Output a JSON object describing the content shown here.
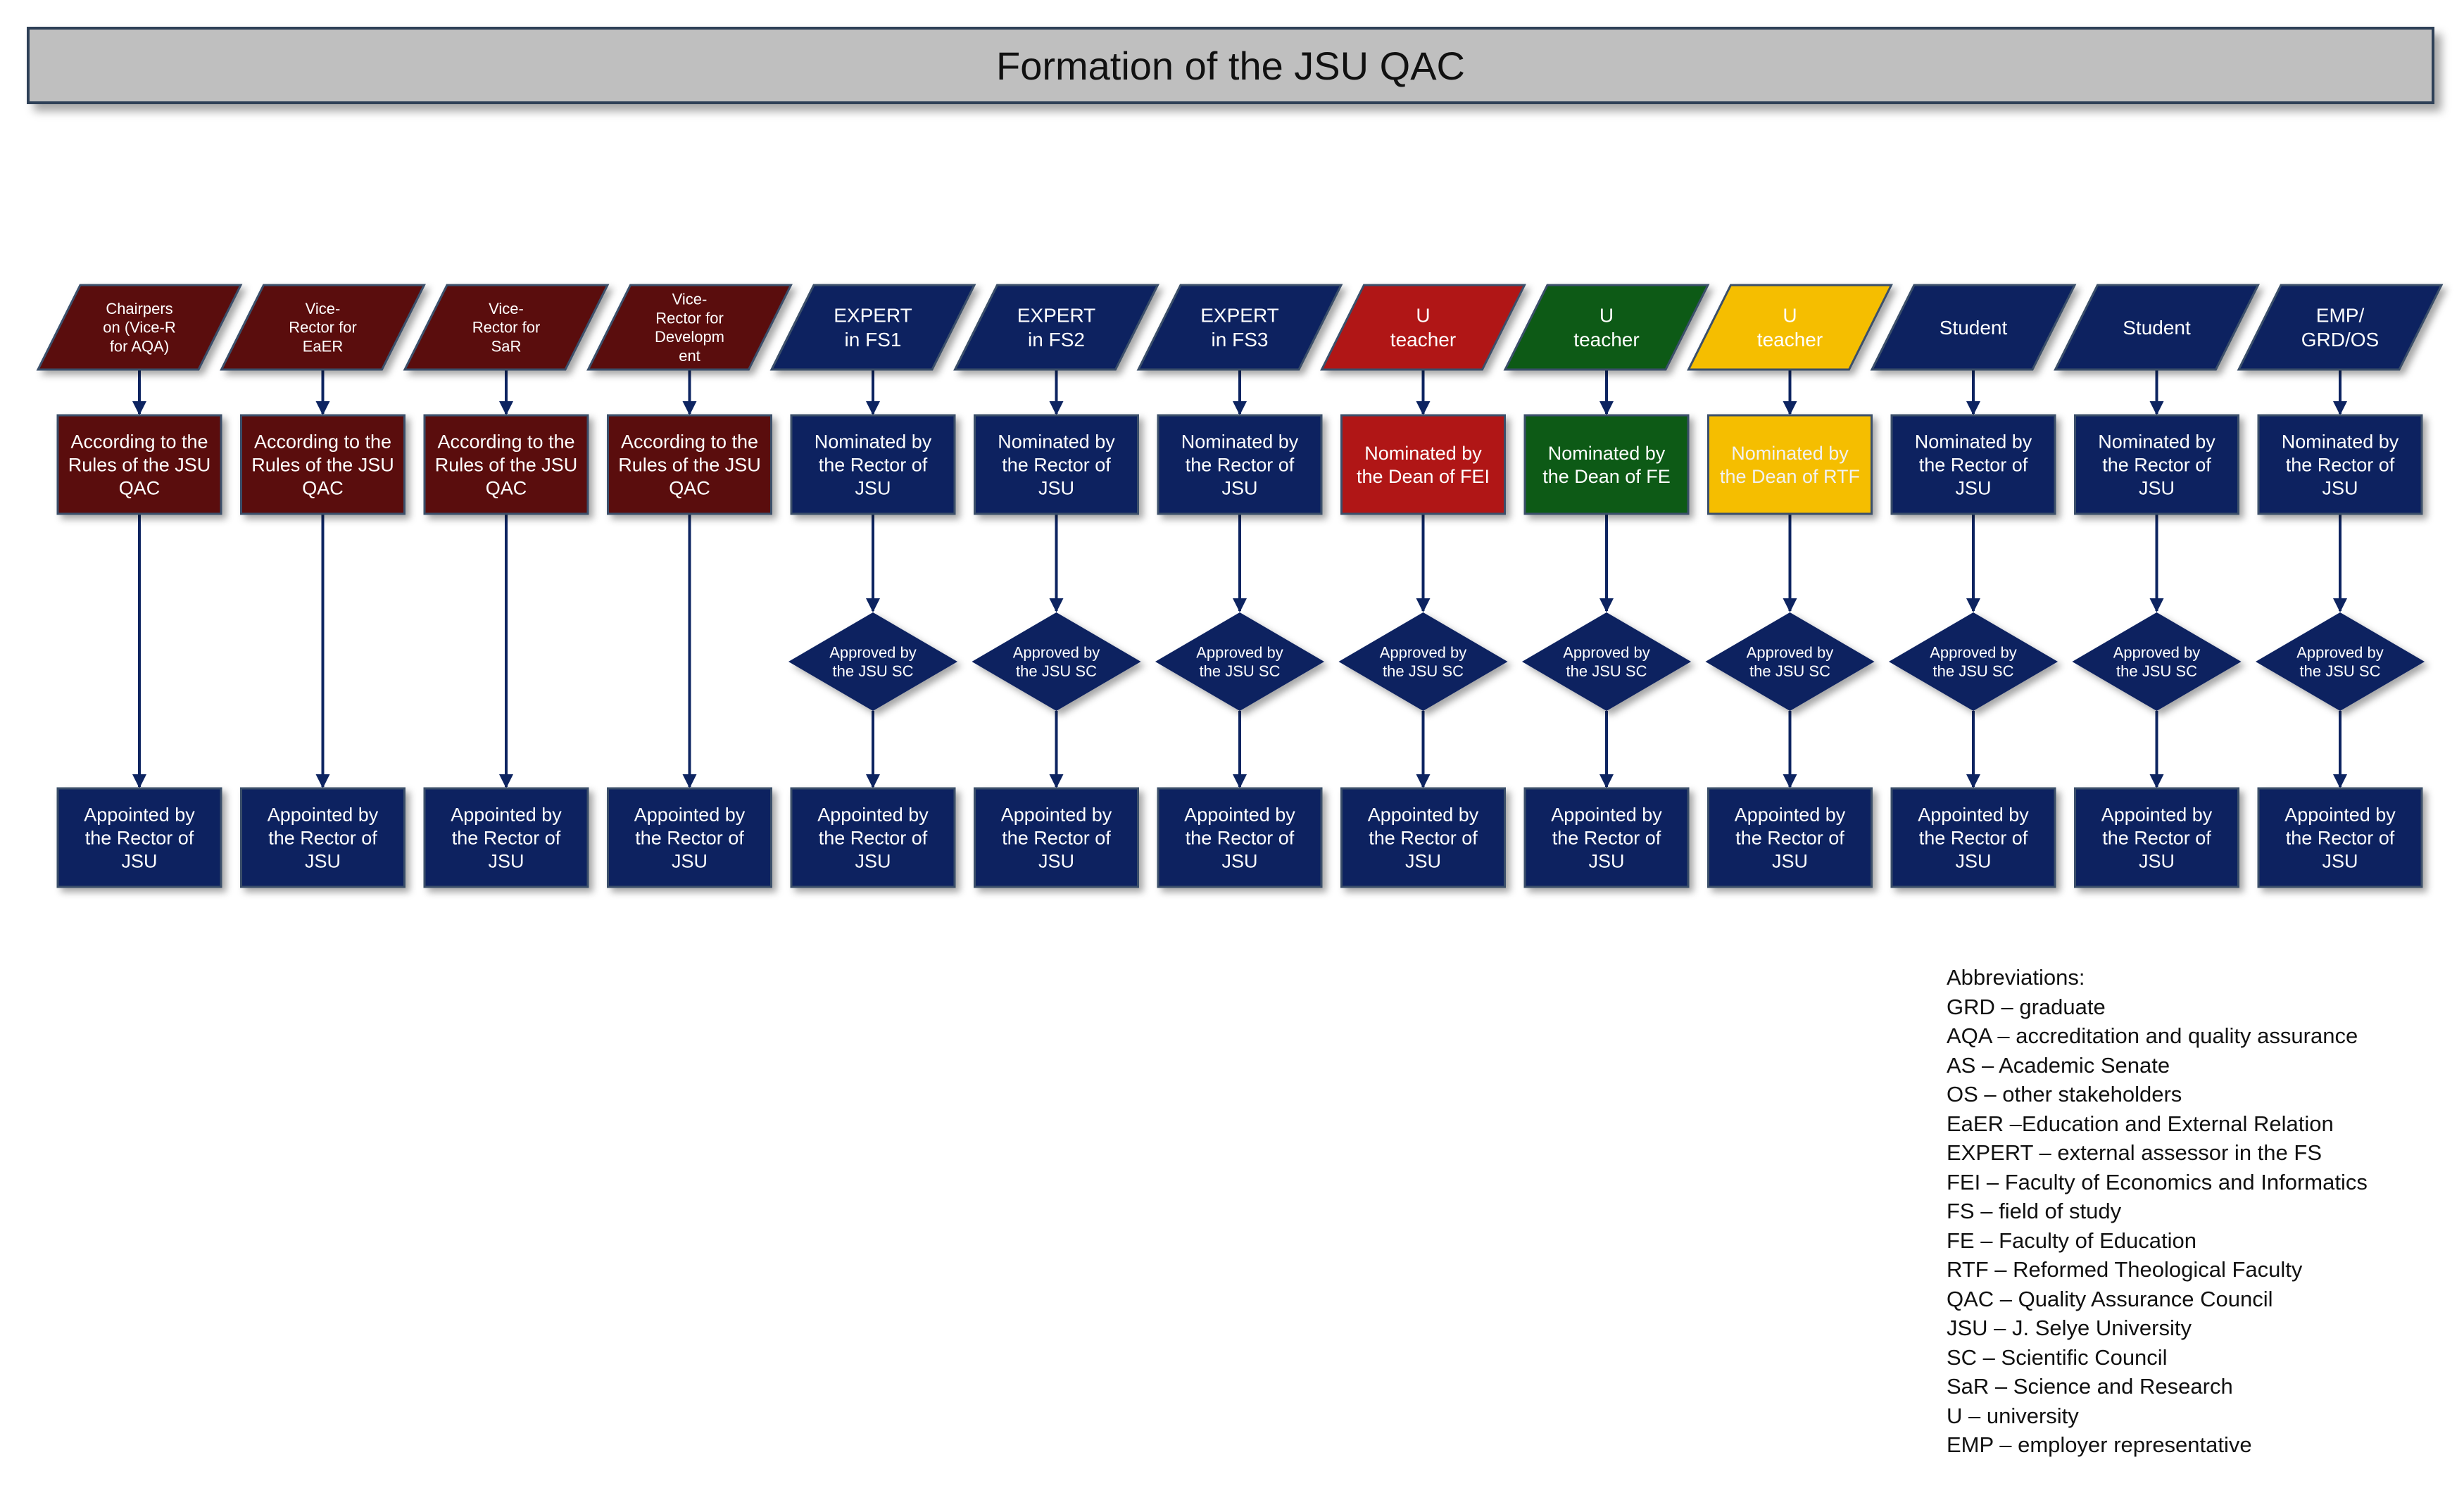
{
  "title": "Formation of the JSU QAC",
  "colors": {
    "navy": "#0d2461",
    "maroon": "#5a0f10",
    "red": "#b01313",
    "green": "#0d5a13",
    "yellow": "#f5be00",
    "arrow": "#0d2461",
    "outline": "#3b4f6b"
  },
  "columns": [
    {
      "top": [
        "Chairpers",
        "on (Vice-R",
        "for AQA)"
      ],
      "top_color": "maroon",
      "middle": [
        "According to the",
        "Rules of the JSU",
        "QAC"
      ],
      "middle_color": "maroon",
      "approval": null,
      "bottom": [
        "Appointed by",
        "the Rector of",
        "JSU"
      ]
    },
    {
      "top": [
        "Vice-",
        "Rector for",
        "EaER"
      ],
      "top_color": "maroon",
      "middle": [
        "According to the",
        "Rules of the JSU",
        "QAC"
      ],
      "middle_color": "maroon",
      "approval": null,
      "bottom": [
        "Appointed by",
        "the Rector of",
        "JSU"
      ]
    },
    {
      "top": [
        "Vice-",
        "Rector for",
        "SaR"
      ],
      "top_color": "maroon",
      "middle": [
        "According to the",
        "Rules of the JSU",
        "QAC"
      ],
      "middle_color": "maroon",
      "approval": null,
      "bottom": [
        "Appointed by",
        "the Rector of",
        "JSU"
      ]
    },
    {
      "top": [
        "Vice-",
        "Rector for",
        "Developm",
        "ent"
      ],
      "top_color": "maroon",
      "middle": [
        "According to the",
        "Rules of the JSU",
        "QAC"
      ],
      "middle_color": "maroon",
      "approval": null,
      "bottom": [
        "Appointed by",
        "the Rector of",
        "JSU"
      ]
    },
    {
      "top": [
        "EXPERT",
        "in FS1"
      ],
      "top_color": "navy",
      "middle": [
        "Nominated by",
        "the Rector of",
        "JSU"
      ],
      "middle_color": "navy",
      "approval": [
        "Approved by",
        "the JSU SC"
      ],
      "bottom": [
        "Appointed by",
        "the Rector of",
        "JSU"
      ]
    },
    {
      "top": [
        "EXPERT",
        "in FS2"
      ],
      "top_color": "navy",
      "middle": [
        "Nominated by",
        "the Rector of",
        "JSU"
      ],
      "middle_color": "navy",
      "approval": [
        "Approved by",
        "the JSU SC"
      ],
      "bottom": [
        "Appointed by",
        "the Rector of",
        "JSU"
      ]
    },
    {
      "top": [
        "EXPERT",
        "in FS3"
      ],
      "top_color": "navy",
      "middle": [
        "Nominated by",
        "the Rector of",
        "JSU"
      ],
      "middle_color": "navy",
      "approval": [
        "Approved by",
        "the JSU SC"
      ],
      "bottom": [
        "Appointed by",
        "the Rector of",
        "JSU"
      ]
    },
    {
      "top": [
        "U",
        "teacher"
      ],
      "top_color": "red",
      "middle": [
        "Nominated by",
        "the Dean of FEI"
      ],
      "middle_color": "red",
      "approval": [
        "Approved by",
        "the JSU SC"
      ],
      "bottom": [
        "Appointed by",
        "the Rector of",
        "JSU"
      ]
    },
    {
      "top": [
        "U",
        "teacher"
      ],
      "top_color": "green",
      "middle": [
        "Nominated by",
        "the Dean of FE"
      ],
      "middle_color": "green",
      "approval": [
        "Approved by",
        "the JSU SC"
      ],
      "bottom": [
        "Appointed by",
        "the Rector of",
        "JSU"
      ]
    },
    {
      "top": [
        "U",
        "teacher"
      ],
      "top_color": "yellow",
      "middle": [
        "Nominated by",
        "the Dean of RTF"
      ],
      "middle_color": "yellow",
      "approval": [
        "Approved by",
        "the JSU SC"
      ],
      "bottom": [
        "Appointed by",
        "the Rector of",
        "JSU"
      ]
    },
    {
      "top": [
        "Student"
      ],
      "top_color": "navy",
      "middle": [
        "Nominated by",
        "the Rector of",
        "JSU"
      ],
      "middle_color": "navy",
      "approval": [
        "Approved by",
        "the JSU SC"
      ],
      "bottom": [
        "Appointed by",
        "the Rector of",
        "JSU"
      ]
    },
    {
      "top": [
        "Student"
      ],
      "top_color": "navy",
      "middle": [
        "Nominated by",
        "the Rector of",
        "JSU"
      ],
      "middle_color": "navy",
      "approval": [
        "Approved by",
        "the JSU SC"
      ],
      "bottom": [
        "Appointed by",
        "the Rector of",
        "JSU"
      ]
    },
    {
      "top": [
        "EMP/",
        "GRD/OS"
      ],
      "top_color": "navy",
      "middle": [
        "Nominated by",
        "the Rector of",
        "JSU"
      ],
      "middle_color": "navy",
      "approval": [
        "Approved by",
        "the JSU SC"
      ],
      "bottom": [
        "Appointed by",
        "the Rector of",
        "JSU"
      ]
    }
  ],
  "abbreviations": {
    "heading": "Abbreviations:",
    "items": [
      "GRD – graduate",
      "AQA – accreditation and quality assurance",
      "AS – Academic Senate",
      "OS – other stakeholders",
      "EaER –Education and External Relation",
      "EXPERT – external assessor in the FS",
      "FEI – Faculty of Economics and Informatics",
      "FS – field of study",
      "FE – Faculty of Education",
      "RTF – Reformed Theological Faculty",
      "QAC – Quality Assurance Council",
      "JSU – J. Selye University",
      "SC – Scientific Council",
      "SaR – Science and Research",
      "U – university",
      "EMP – employer representative"
    ]
  }
}
